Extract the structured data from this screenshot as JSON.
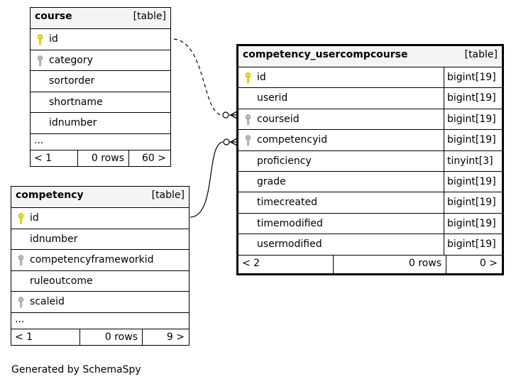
{
  "colors": {
    "primary_key": "#f2e800",
    "foreign_key": "#bcbcbc",
    "header_bg": "#f4f4f4"
  },
  "course": {
    "name": "course",
    "tag": "[table]",
    "columns": [
      {
        "name": "id",
        "key": "primary"
      },
      {
        "name": "category",
        "key": "foreign"
      },
      {
        "name": "sortorder",
        "key": ""
      },
      {
        "name": "shortname",
        "key": ""
      },
      {
        "name": "idnumber",
        "key": ""
      }
    ],
    "more": "...",
    "footer": {
      "parents": "< 1",
      "rows": "0 rows",
      "children": "60 >"
    }
  },
  "competency": {
    "name": "competency",
    "tag": "[table]",
    "columns": [
      {
        "name": "id",
        "key": "primary"
      },
      {
        "name": "idnumber",
        "key": ""
      },
      {
        "name": "competencyframeworkid",
        "key": "foreign"
      },
      {
        "name": "ruleoutcome",
        "key": ""
      },
      {
        "name": "scaleid",
        "key": "foreign"
      }
    ],
    "more": "...",
    "footer": {
      "parents": "< 1",
      "rows": "0 rows",
      "children": "9 >"
    }
  },
  "competency_usercompcourse": {
    "name": "competency_usercompcourse",
    "tag": "[table]",
    "columns": [
      {
        "name": "id",
        "type": "bigint[19]",
        "key": "primary"
      },
      {
        "name": "userid",
        "type": "bigint[19]",
        "key": ""
      },
      {
        "name": "courseid",
        "type": "bigint[19]",
        "key": "foreign"
      },
      {
        "name": "competencyid",
        "type": "bigint[19]",
        "key": "foreign"
      },
      {
        "name": "proficiency",
        "type": "tinyint[3]",
        "key": ""
      },
      {
        "name": "grade",
        "type": "bigint[19]",
        "key": ""
      },
      {
        "name": "timecreated",
        "type": "bigint[19]",
        "key": ""
      },
      {
        "name": "timemodified",
        "type": "bigint[19]",
        "key": ""
      },
      {
        "name": "usermodified",
        "type": "bigint[19]",
        "key": ""
      }
    ],
    "footer": {
      "parents": "< 2",
      "rows": "0 rows",
      "children": "0 >"
    }
  },
  "credit": "Generated by SchemaSpy"
}
